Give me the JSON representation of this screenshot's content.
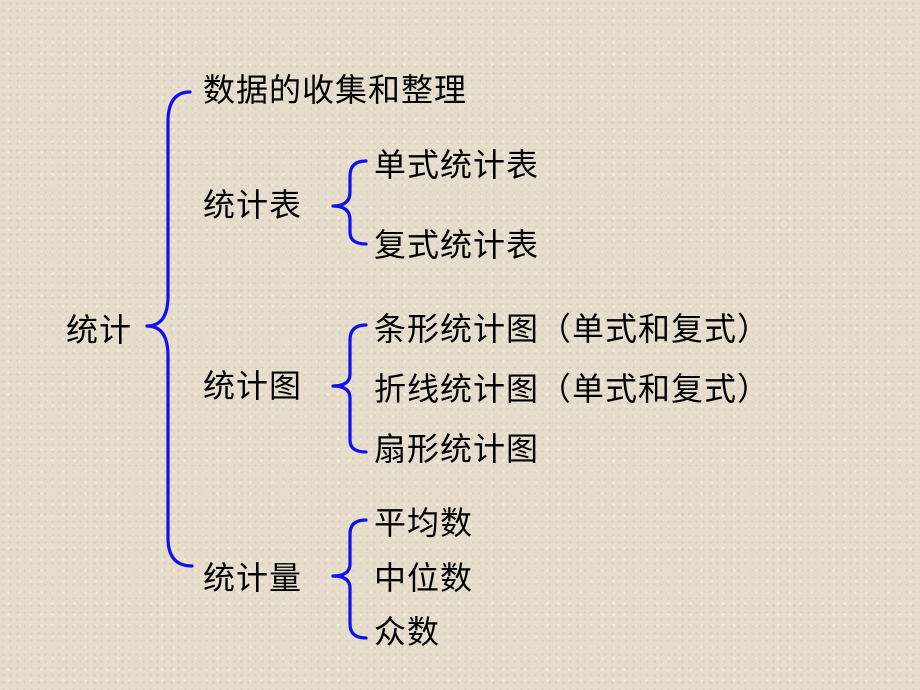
{
  "diagram": {
    "root": "统计",
    "branches": [
      {
        "label": "数据的收集和整理",
        "children": []
      },
      {
        "label": "统计表",
        "children": [
          "单式统计表",
          "复式统计表"
        ]
      },
      {
        "label": "统计图",
        "children": [
          "条形统计图（单式和复式）",
          "折线统计图（单式和复式）",
          "扇形统计图"
        ]
      },
      {
        "label": "统计量",
        "children": [
          "平均数",
          "中位数",
          "众数"
        ]
      }
    ]
  },
  "colors": {
    "bracket": "#1010ee",
    "text": "#000000",
    "background": "#e6ddcd"
  }
}
